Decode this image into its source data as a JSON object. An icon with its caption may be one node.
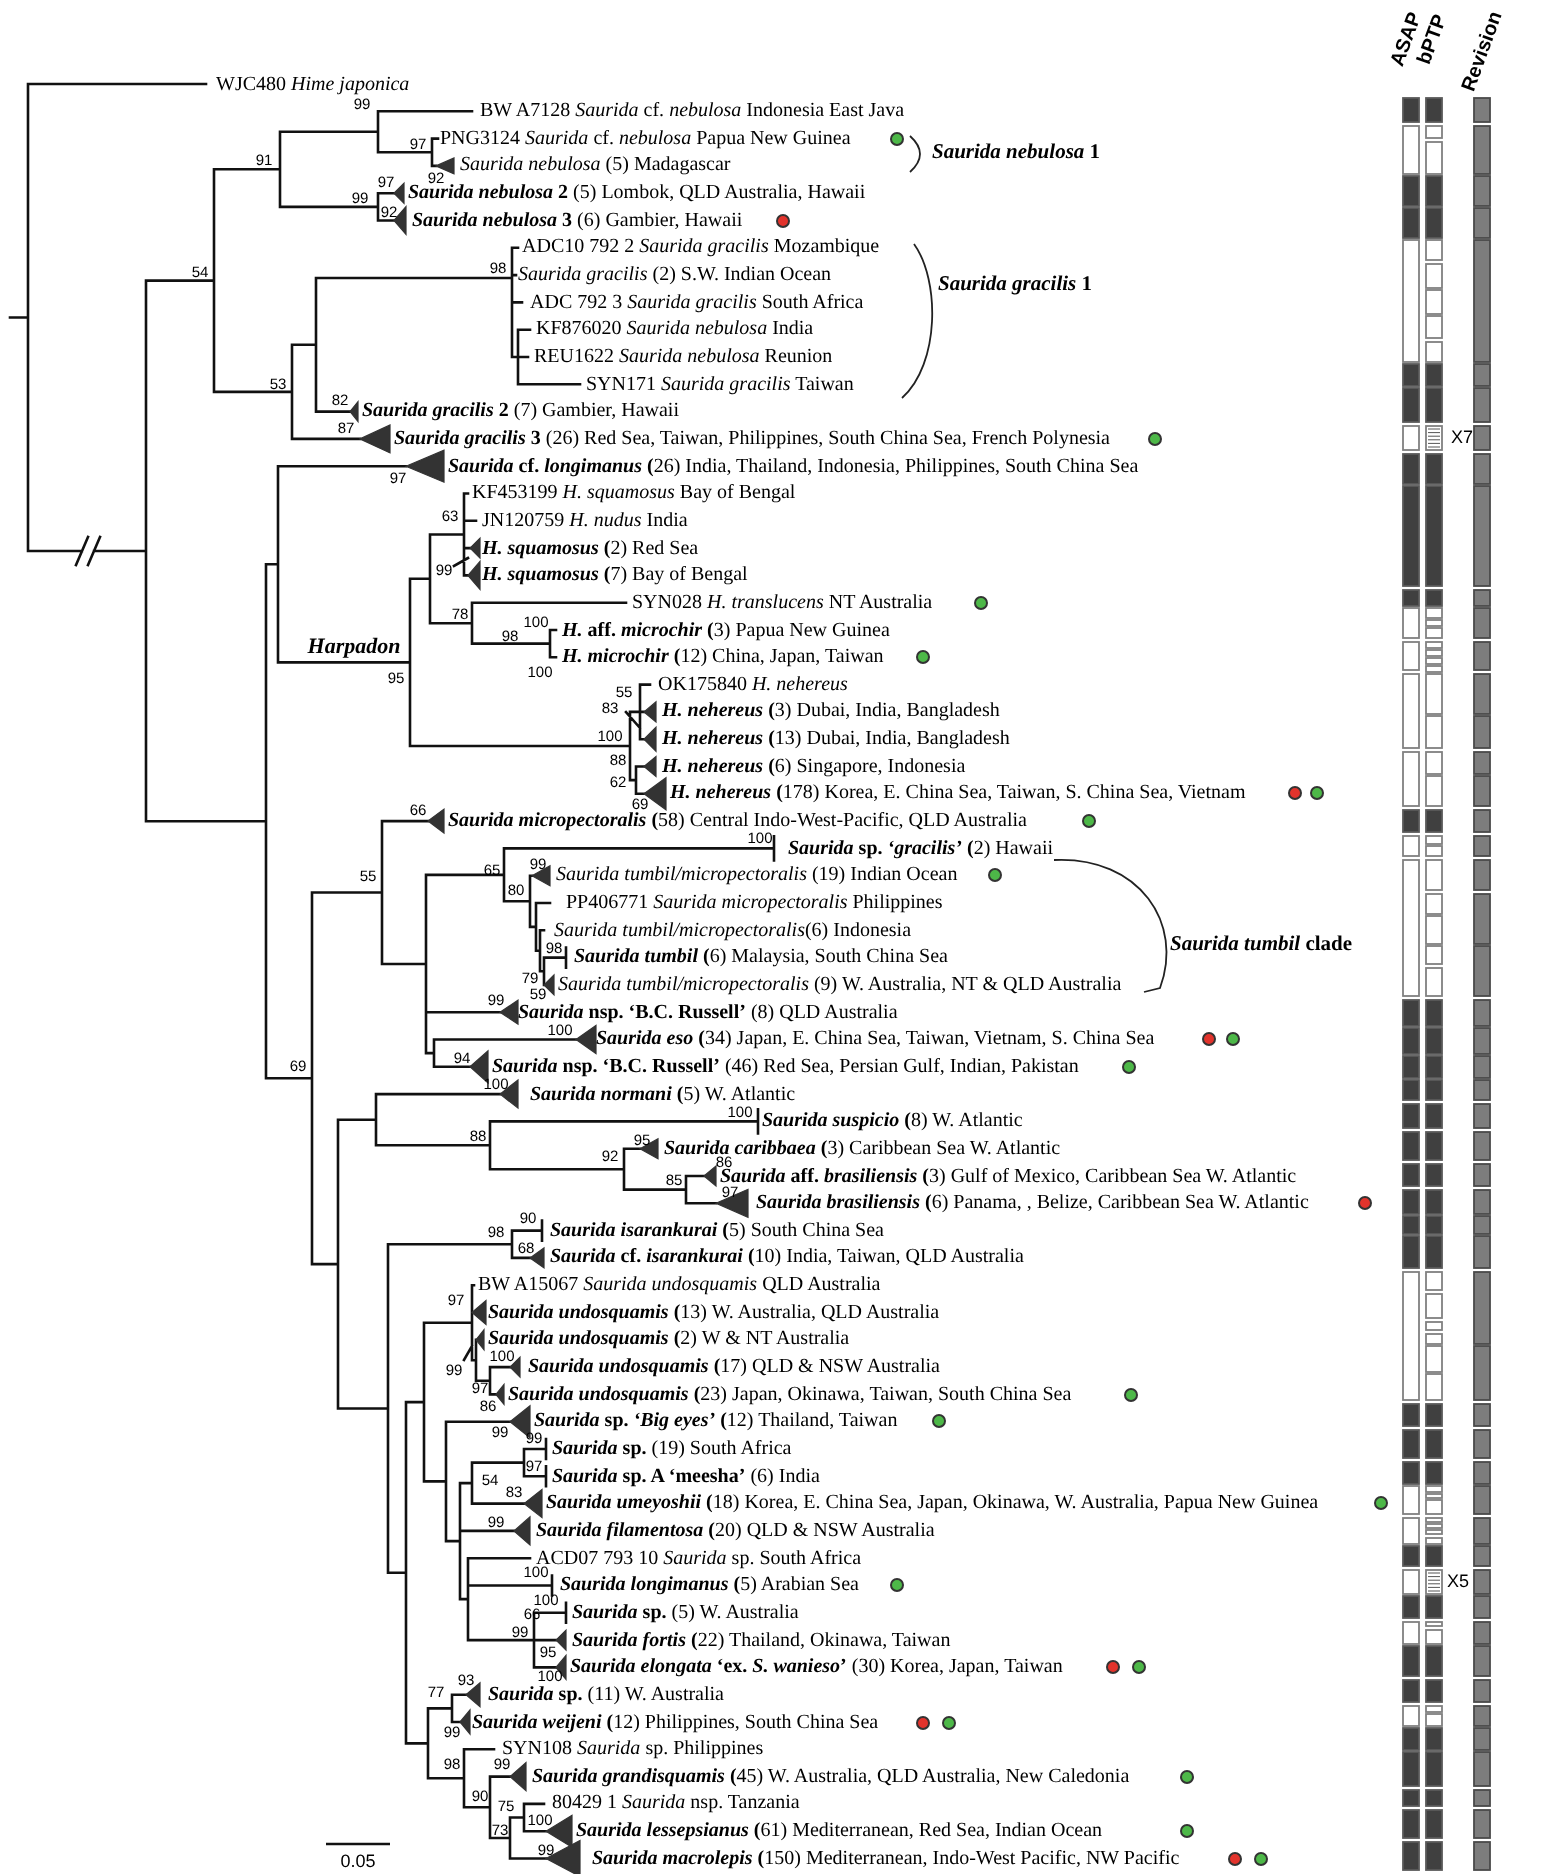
{
  "diagram": {
    "labels": [
      "ASAP",
      "bPTP",
      "Revision",
      "WJC480 *Hime japonica*",
      "99",
      "BW A7128 *Saurida* cf. *nebulosa* Indonesia East Java",
      "PNG3124 *Saurida* cf. *nebulosa* Papua New Guinea",
      "97",
      "***Saurida nebulosa* 1**",
      "91",
      "*Saurida nebulosa* (5) Madagascar",
      "92",
      "97",
      "***Saurida nebulosa* 2** (5) Lombok, QLD Australia, Hawaii",
      "99",
      "92",
      "***Saurida nebulosa* 3** (6) Gambier, Hawaii",
      "ADC10 792 2 *Saurida gracilis* Mozambique",
      "98",
      "54",
      "*Saurida gracilis* (2) S.W. Indian Ocean",
      "***Saurida gracilis* 1**",
      "ADC 792 3 *Saurida gracilis* South Africa",
      "KF876020 *Saurida nebulosa* India",
      "REU1622 *Saurida nebulosa* Reunion",
      "SYN171 *Saurida gracilis* Taiwan",
      "53",
      "82",
      "***Saurida gracilis* 2** (7) Gambier, Hawaii",
      "87",
      "X7",
      "***Saurida gracilis* 3** (26) Red Sea, Taiwan, Philippines, South China Sea, French Polynesia",
      "***Saurida* cf. *longimanus* (**26) India, Thailand, Indonesia, Philippines, South China Sea",
      "97",
      "KF453199 *H. squamosus* Bay of Bengal",
      "63",
      "JN120759 *H. nudus* India",
      "***H. squamosus* (**2) Red Sea",
      "99",
      "***H. squamosus* (**7) Bay of Bengal",
      "SYN028 *H. translucens* NT Australia",
      "78",
      "100",
      "***H.* aff. *microchir* (**3) Papua New Guinea",
      "98",
      "Harpadon",
      "***H. microchir* (**12) China, Japan, Taiwan",
      "100",
      "95",
      "OK175840 *H. nehereus*",
      "55",
      "83",
      "***H. nehereus* (**3) Dubai, India, Bangladesh",
      "***H. nehereus* (**13) Dubai, India, Bangladesh",
      "100",
      "88",
      "***H. nehereus* (**6) Singapore, Indonesia",
      "62",
      "***H. nehereus* (**178) Korea, E. China Sea, Taiwan, S. China Sea, Vietnam",
      "69",
      "66",
      "***Saurida micropectoralis* (**58) Central Indo-West-Pacific, QLD Australia",
      "100",
      "***Saurida* sp. *‘gracilis’* (**2) Hawaii",
      "99",
      "65",
      "*Saurida tumbil/micropectoralis* (19) Indian Ocean",
      "55",
      "80",
      "PP406771 *Saurida micropectoralis* Philippines",
      "*Saurida tumbil/micropectoralis*(6) Indonesia",
      "***Saurida tumbil* clade**",
      "98",
      "***Saurida tumbil* (**6) Malaysia, South China Sea",
      "79",
      "*Saurida tumbil/micropectoralis* (9) W. Australia, NT & QLD Australia",
      "59",
      "99",
      "***Saurida* nsp. ‘B.C. Russell’** (8) QLD Australia",
      "100",
      "***Saurida eso* (**34) Japan, E. China Sea, Taiwan, Vietnam, S. China Sea",
      "94",
      "69",
      "***Saurida* nsp. ‘B.C. Russell’** (46) Red Sea, Persian Gulf, Indian, Pakistan",
      "100",
      "***Saurida normani* (**5) W. Atlantic",
      "100",
      "***Saurida suspicio* (**8) W. Atlantic",
      "88",
      "95",
      "***Saurida caribbaea* (**3) Caribbean Sea W. Atlantic",
      "92",
      "86",
      "***Saurida* aff. *brasiliensis* (**3) Gulf of Mexico, Caribbean Sea W. Atlantic",
      "85",
      "97",
      "***Saurida brasiliensis* (**6) Panama, , Belize, Caribbean Sea W. Atlantic",
      "90",
      "***Saurida isarankurai* (**5) South China Sea",
      "98",
      "68",
      "***Saurida* cf. *isarankurai* (**10) India, Taiwan, QLD Australia",
      "BW A15067 *Saurida undosquamis* QLD Australia",
      "97",
      "***Saurida undosquamis* (**13) W. Australia, QLD Australia",
      "***Saurida undosquamis* (**2) W & NT Australia",
      "100",
      "99",
      "***Saurida undosquamis* (**17) QLD & NSW Australia",
      "97",
      "***Saurida undosquamis* (**23) Japan, Okinawa, Taiwan, South China Sea",
      "86",
      "***Saurida* sp. *‘Big eyes’* (**12) Thailand, Taiwan",
      "99",
      "99",
      "***Saurida* sp.** (19) South Africa",
      "97",
      "***Saurida* sp. A ‘meesha’** (6) India",
      "54",
      "83",
      "***Saurida umeyoshii* (**18) Korea, E. China Sea, Japan, Okinawa, W. Australia, Papua New Guinea",
      "99",
      "***Saurida filamentosa* (**20) QLD & NSW Australia",
      "ACD07 793 10 *Saurida* sp. South Africa",
      "100",
      "***Saurida longimanus* (**5) Arabian Sea",
      "100",
      "66",
      "***Saurida* sp.** (5) W. Australia",
      "X5",
      "99",
      "***Saurida fortis* (**22) Thailand, Okinawa, Taiwan",
      "95",
      "***Saurida elongata* ‘ex. *S. wanieso*’** (30) Korea, Japan, Taiwan",
      "100",
      "93",
      "77",
      "***Saurida* sp.** (11) W. Australia",
      "***Saurida weijeni* (**12) Philippines, South China Sea",
      "99",
      "SYN108 *Saurida* sp. Philippines",
      "98",
      "99",
      "***Saurida grandisquamis* (**45) W. Australia, QLD Australia, New Caledonia",
      "90",
      "80429 1 *Saurida* nsp. Tanzania",
      "75",
      "100",
      "73",
      "***Saurida lessepsianus* (**61) Mediterranean, Red Sea, Indian Ocean",
      "99",
      "***Saurida macrolepis* (**150) Mediterranean, Indo-West Pacific, NW Pacific",
      "0.05"
    ]
  }
}
